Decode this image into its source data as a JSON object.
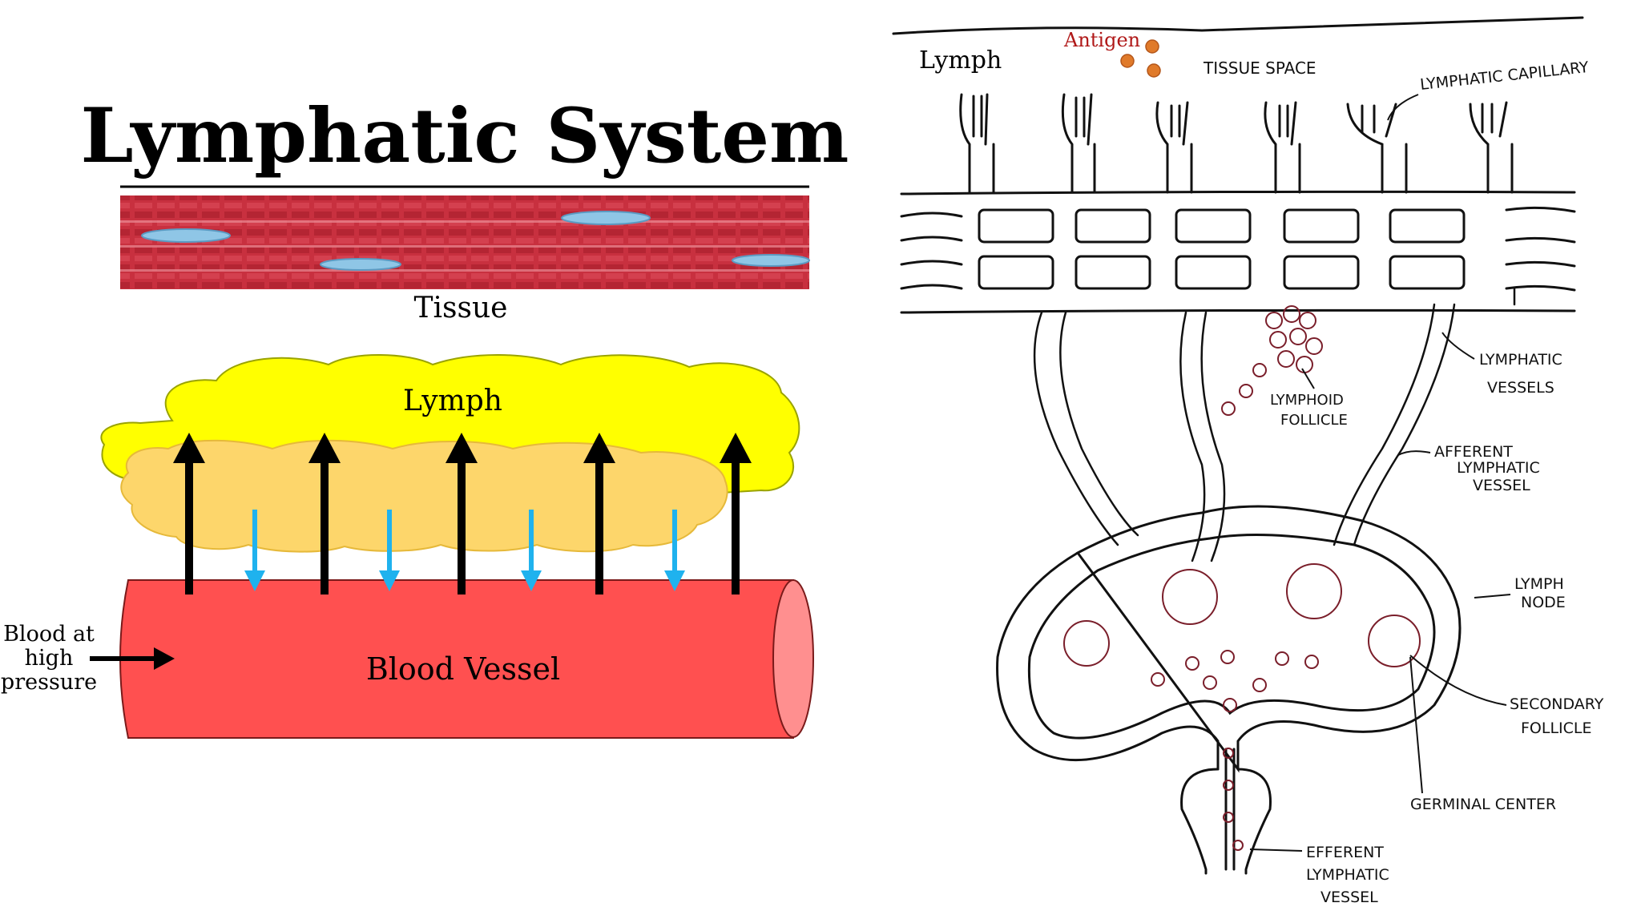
{
  "title": "Lymphatic System",
  "left": {
    "tissue_label": "Tissue",
    "lymph_label": "Lymph",
    "vessel_label": "Blood Vessel",
    "blood_label": [
      "Blood at",
      "high",
      "pressure"
    ]
  },
  "right": {
    "lymph_label": "Lymph",
    "antigen_label": "Antigen",
    "tissue_space": "TISSUE SPACE",
    "lymphatic_capillary": "LYMPHATIC CAPILLARY",
    "lymphatic_vessels": [
      "LYMPHATIC",
      "VESSELS"
    ],
    "lymphoid_follicle": [
      "LYMPHOID",
      "FOLLICLE"
    ],
    "afferent": [
      "AFFERENT",
      "LYMPHATIC",
      "VESSEL"
    ],
    "lymph_node": [
      "LYMPH",
      "NODE"
    ],
    "secondary_follicle": [
      "SECONDARY",
      "FOLLICLE"
    ],
    "germinal_center": "GERMINAL CENTER",
    "efferent": [
      "EFFERENT",
      "LYMPHATIC",
      "VESSEL"
    ]
  },
  "colors": {
    "muscle": "#c8303f",
    "lymph_yellow": "#ffff00",
    "lymph_orange": "#fdd66b",
    "vessel": "#ff5050",
    "vessel_end": "#ff8f8f",
    "blue_arrow": "#1fb2ee",
    "antigen": "#e07a2a",
    "antigen_text": "#b01818"
  }
}
